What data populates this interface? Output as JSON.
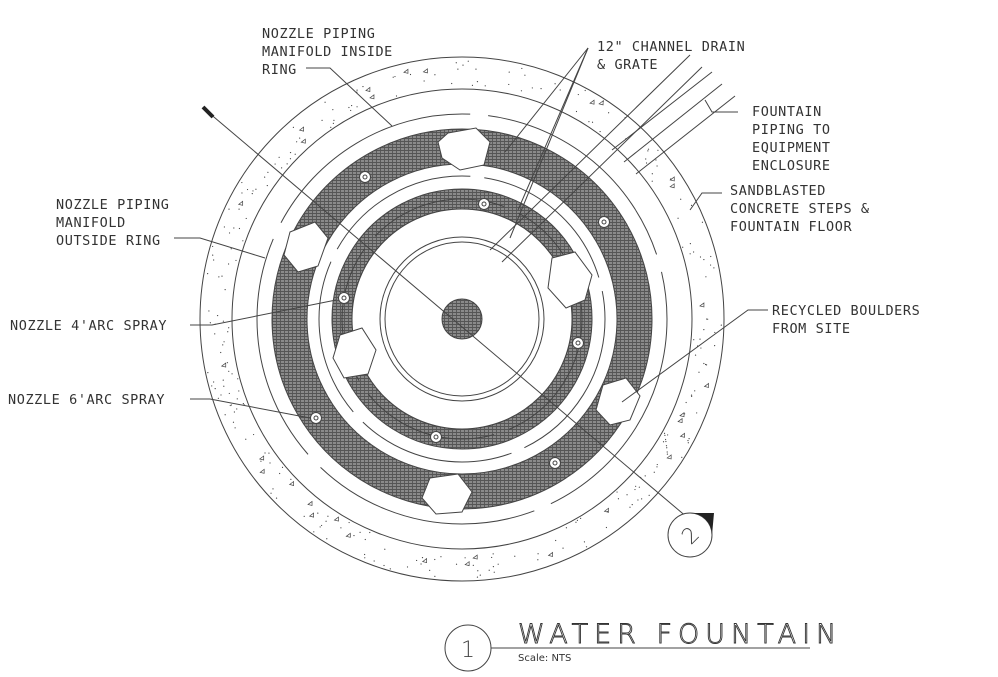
{
  "labels": {
    "manifold_inside": [
      "NOZZLE PIPING",
      "MANIFOLD INSIDE",
      "RING"
    ],
    "channel_drain": [
      "12\" CHANNEL DRAIN",
      "& GRATE"
    ],
    "fountain_piping": [
      "FOUNTAIN",
      "PIPING TO",
      "EQUIPMENT",
      "ENCLOSURE"
    ],
    "sandblasted": [
      "SANDBLASTED",
      "CONCRETE STEPS &",
      "FOUNTAIN FLOOR"
    ],
    "manifold_outside": [
      "NOZZLE PIPING",
      "MANIFOLD",
      "OUTSIDE RING"
    ],
    "nozzle_4": "NOZZLE 4'ARC SPRAY",
    "nozzle_6": "NOZZLE 6'ARC SPRAY",
    "boulders": [
      "RECYCLED BOULDERS",
      "FROM SITE"
    ]
  },
  "section_marker": "2",
  "title_block": {
    "number": "1",
    "title": "WATER FOUNTAIN",
    "scale": "Scale: NTS"
  },
  "colors": {
    "line": "#444444",
    "hatch": "#6a6a6a"
  }
}
